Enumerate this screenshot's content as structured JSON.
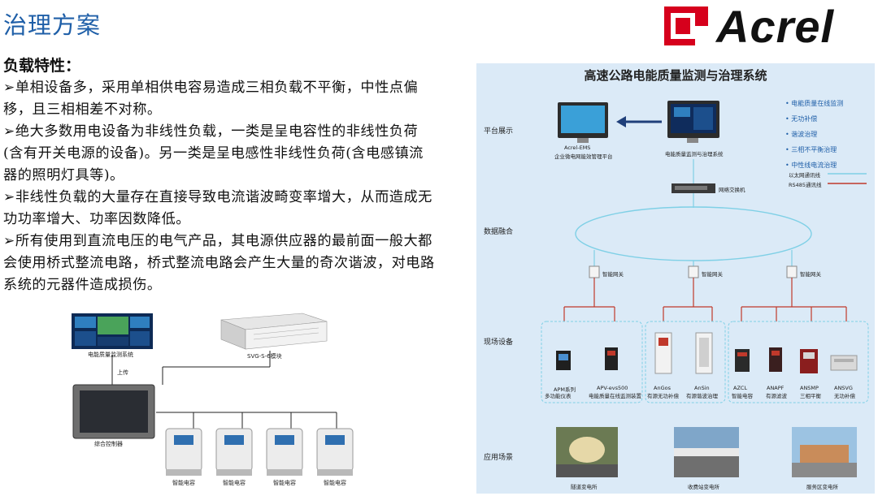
{
  "header": {
    "title": "治理方案",
    "logo_text": "Acrel",
    "brand_color": "#d6001c"
  },
  "load_characteristics": {
    "heading": "负载特性：",
    "items": [
      "➢单相设备多，采用单相供电容易造成三相负载不平衡，中性点偏移，且三相相差不对称。",
      "➢绝大多数用电设备为非线性负载，一类是呈电容性的非线性负荷(含有开关电源的设备)。另一类是呈电感性非线性负荷(含电感镇流器的照明灯具等)。",
      "➢非线性负载的大量存在直接导致电流谐波畸变率增大，从而造成无功功率增大、功率因数降低。",
      "➢所有使用到直流电压的电气产品，其电源供应器的最前面一般大都会使用桥式整流电路，桥式整流电路会产生大量的奇次谐波，对电路系统的元器件造成损伤。"
    ]
  },
  "left_diagram": {
    "monitor_label": "电能质量监测系统",
    "svg_label": "SVG-S-6模块",
    "upload_label": "上传",
    "controller_label": "综合控制器",
    "capacitor_labels": [
      "智能电容",
      "智能电容",
      "智能电容",
      "智能电容"
    ]
  },
  "system_diagram": {
    "title": "高速公路电能质量监测与治理系统",
    "sections": {
      "platform": "平台展示",
      "data": "数据融合",
      "field": "现场设备",
      "scenario": "应用场景"
    },
    "screen_left_caption_1": "Acrel-EMS",
    "screen_left_caption_2": "企业微电网能效管理平台",
    "screen_right_caption": "电能质量监测与治理系统",
    "switch_label": "网络交换机",
    "features": [
      "电能质量在线监测",
      "无功补偿",
      "谐波治理",
      "三相不平衡治理",
      "中性线电流治理"
    ],
    "legend": [
      {
        "label": "以太网通讯线",
        "color": "#7fd0e6"
      },
      {
        "label": "RS485通讯线",
        "color": "#c0392b"
      }
    ],
    "gateway_label": "智能网关",
    "devices": [
      {
        "name": "APM系列",
        "desc": "多功能仪表"
      },
      {
        "name": "APV-evs500",
        "desc": "电能质量在线监测装置"
      },
      {
        "name": "AnGos",
        "desc": "有源无功补偿"
      },
      {
        "name": "AnSin",
        "desc": "有源谐波治理"
      },
      {
        "name": "AZCL",
        "desc": "智能电容"
      },
      {
        "name": "ANAPF",
        "desc": "有源滤波"
      },
      {
        "name": "ANSMP",
        "desc": "三相平衡"
      },
      {
        "name": "ANSVG",
        "desc": "无功补偿"
      }
    ],
    "scenarios": [
      "隧道变电所",
      "收费站变电所",
      "服务区变电所"
    ]
  }
}
